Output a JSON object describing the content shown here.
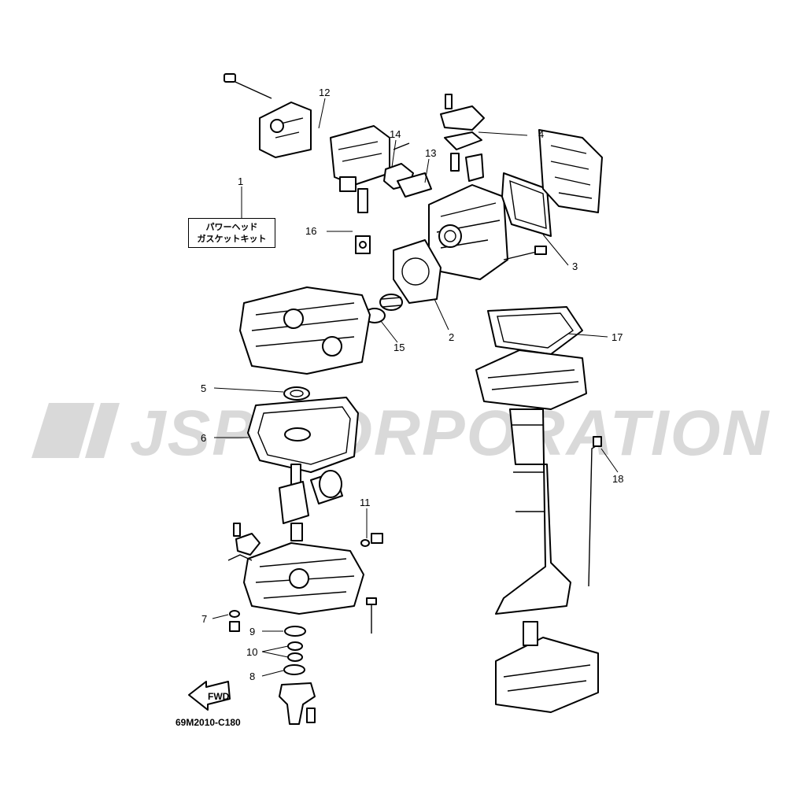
{
  "watermark": "JSP CORPORATION",
  "kit_label": {
    "line1": "パワーヘッド",
    "line2": "ガスケットキット"
  },
  "drawing_code": "69M2010-C180",
  "fwd_label": "FWD",
  "callouts": [
    "1",
    "2",
    "3",
    "4",
    "5",
    "6",
    "7",
    "8",
    "9",
    "10",
    "11",
    "12",
    "13",
    "14",
    "15",
    "16",
    "17",
    "18"
  ]
}
